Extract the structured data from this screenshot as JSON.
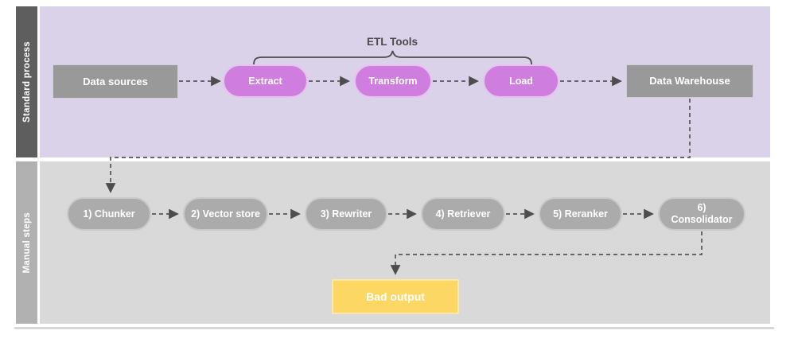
{
  "diagram": {
    "lanes": [
      {
        "label": "Standard process"
      },
      {
        "label": "Manual steps"
      }
    ],
    "standard_process": {
      "etl_tools_label": "ETL Tools",
      "nodes": [
        {
          "id": "data-sources",
          "label": "Data sources",
          "shape": "rectangle"
        },
        {
          "id": "extract",
          "label": "Extract",
          "shape": "pill"
        },
        {
          "id": "transform",
          "label": "Transform",
          "shape": "pill"
        },
        {
          "id": "load",
          "label": "Load",
          "shape": "pill"
        },
        {
          "id": "data-warehouse",
          "label": "Data Warehouse",
          "shape": "rectangle"
        }
      ]
    },
    "manual_steps": {
      "nodes": [
        {
          "id": "chunker",
          "label": "1) Chunker"
        },
        {
          "id": "vector-store",
          "label": "2) Vector store"
        },
        {
          "id": "rewriter",
          "label": "3) Rewriter"
        },
        {
          "id": "retriever",
          "label": "4) Retriever"
        },
        {
          "id": "reranker",
          "label": "5) Reranker"
        },
        {
          "id": "consolidator",
          "label": "6) Consolidator"
        }
      ],
      "output": {
        "id": "bad-output",
        "label": "Bad output"
      }
    },
    "colors": {
      "standard_lane_bg": "#d9d2e9",
      "standard_lane_label_bg": "#5e5e5e",
      "manual_lane_bg": "#d9d9d9",
      "manual_lane_label_bg": "#b1b1b1",
      "etl_pill_fill": "#d07de0",
      "gray_box_fill": "#999999",
      "gray_pill_fill": "#ababab",
      "bad_output_fill": "#fdd763",
      "connector_stroke": "#565656",
      "label_text": "#ffffff",
      "etl_tools_text": "#4c4c4c"
    }
  }
}
